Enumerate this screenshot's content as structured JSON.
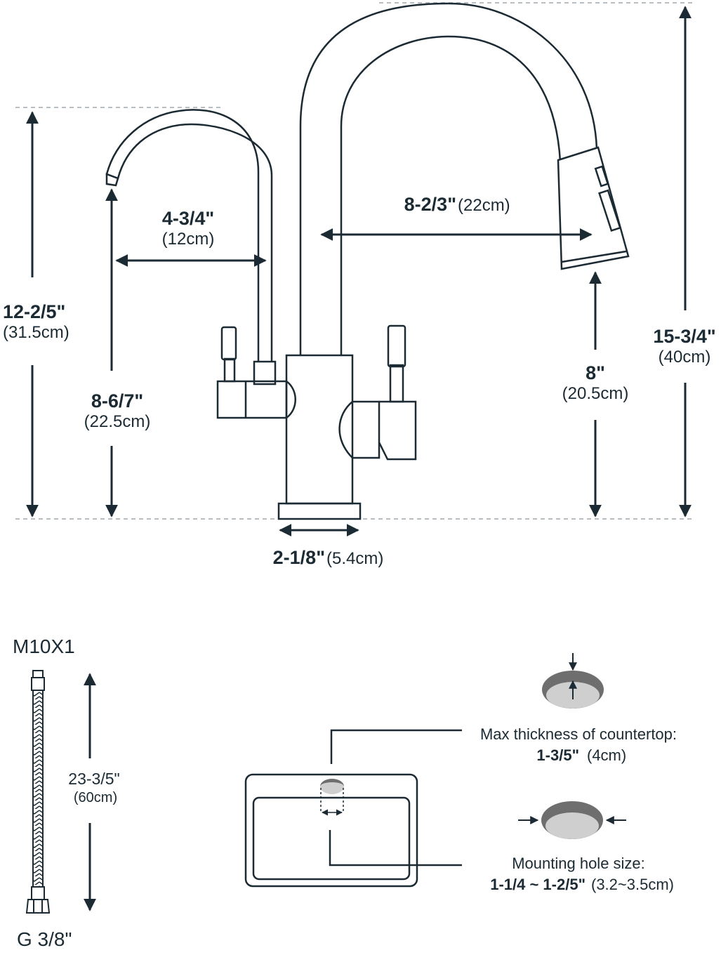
{
  "faucet": {
    "left_height": {
      "imperial": "12-2/5\"",
      "metric": "(31.5cm)"
    },
    "left_spout_height": {
      "imperial": "8-6/7\"",
      "metric": "(22.5cm)"
    },
    "left_reach": {
      "imperial": "4-3/4\"",
      "metric": "(12cm)"
    },
    "main_reach": {
      "imperial": "8-2/3\"",
      "metric": "(22cm)"
    },
    "right_height": {
      "imperial": "15-3/4\"",
      "metric": "(40cm)"
    },
    "right_spout_height": {
      "imperial": "8\"",
      "metric": "(20.5cm)"
    },
    "base_width": {
      "imperial": "2-1/8\"",
      "metric": "(5.4cm)"
    }
  },
  "hose": {
    "top_thread": "M10X1",
    "bottom_thread": "G 3/8\"",
    "length": {
      "imperial": "23-3/5\"",
      "metric": "(60cm)"
    }
  },
  "countertop": {
    "thickness_label": "Max thickness of countertop:",
    "thickness_imperial": "1-3/5\"",
    "thickness_metric": "(4cm)",
    "hole_label": "Mounting hole size:",
    "hole_imperial": "1-1/4 ~ 1-2/5\"",
    "hole_metric": "(3.2~3.5cm)"
  },
  "colors": {
    "ink": "#1b2a33",
    "guide": "#b9bec2",
    "hole_dark": "#6e6e6e",
    "hole_light": "#cfcfcf"
  }
}
